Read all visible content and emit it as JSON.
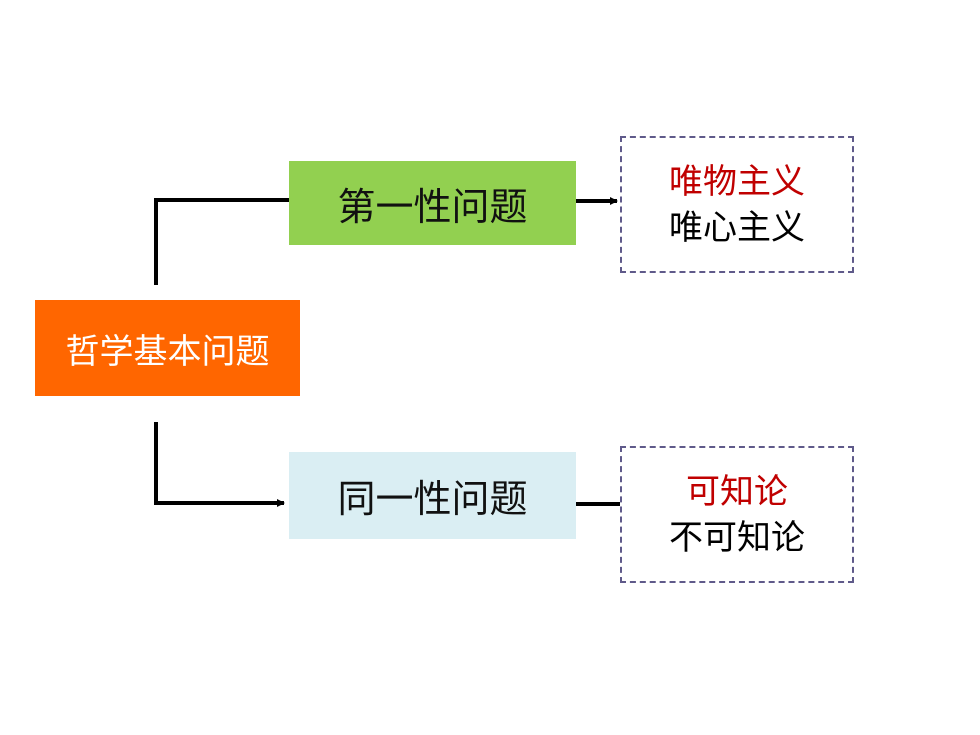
{
  "root": {
    "label": "哲学基本问题",
    "color": "#ff6600"
  },
  "branches": [
    {
      "question": "第一性问题",
      "color": "#92d050",
      "answers": [
        "唯物主义",
        "唯心主义"
      ]
    },
    {
      "question": "同一性问题",
      "color": "#daeef3",
      "answers": [
        "可知论",
        "不可知论"
      ]
    }
  ],
  "colors": {
    "highlight_text": "#c00000",
    "normal_text": "#000000",
    "dashed_border": "#5f5a8a",
    "connector": "#000000"
  }
}
